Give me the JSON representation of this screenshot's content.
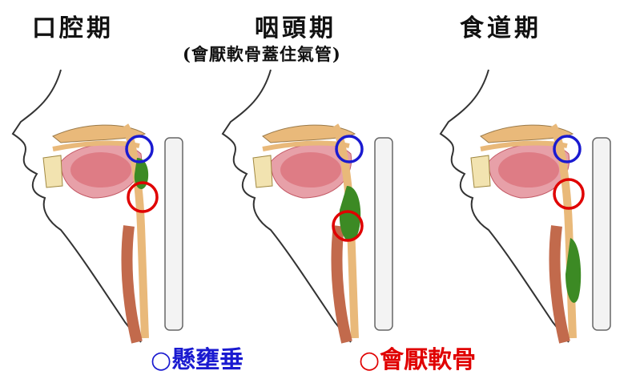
{
  "titles": {
    "oral": "口腔期",
    "pharyngeal": "咽頭期",
    "pharyngeal_note": "(會厭軟骨蓋住氣管)",
    "esophageal": "食道期"
  },
  "legend": {
    "uvula": "○懸壅垂",
    "epiglottis": "○會厭軟骨"
  },
  "colors": {
    "uvula_circle": "#1a1ad0",
    "epiglottis_circle": "#e00000",
    "food_bolus": "#3c8a24",
    "tongue": "#d9646e",
    "tissue": "#e9b97a"
  },
  "panels": [
    {
      "stage": "oral",
      "bolus_position": "oral-pharynx"
    },
    {
      "stage": "pharyngeal",
      "bolus_position": "pharynx"
    },
    {
      "stage": "esophageal",
      "bolus_position": "esophagus"
    }
  ]
}
